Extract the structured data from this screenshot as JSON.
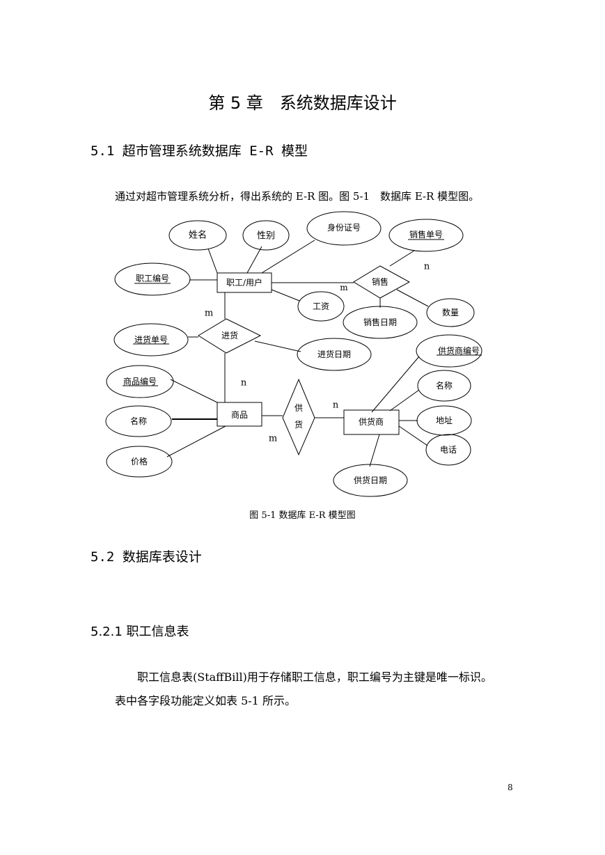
{
  "chapter_title": "第 5 章　系统数据库设计",
  "section_5_1": "5.1 超市管理系统数据库 E-R 模型",
  "intro_text": "通过对超市管理系统分析，得出系统的 E-R 图。图 5-1　数据库 E-R 模型图。",
  "diagram": {
    "entity_staff": "职工/用户",
    "entity_goods": "商品",
    "entity_supplier": "供货商",
    "rel_sale": "销售",
    "rel_purchase": "进货",
    "rel_supply_1": "供",
    "rel_supply_2": "货",
    "attr_name": "姓名",
    "attr_gender": "性别",
    "attr_idcard": "身份证号",
    "attr_staff_no": "职工编号",
    "attr_salary": "工资",
    "attr_sale_no": "销售单号",
    "attr_quantity": "数量",
    "attr_sale_date": "销售日期",
    "attr_purchase_no": "进货单号",
    "attr_purchase_date": "进货日期",
    "attr_goods_no": "商品编号",
    "attr_goods_name": "名称",
    "attr_price": "价格",
    "attr_supplier_no": "供货商编号",
    "attr_supplier_name": "名称",
    "attr_address": "地址",
    "attr_phone": "电话",
    "attr_supply_date": "供货日期",
    "card_sale_n": "n",
    "card_sale_m": "m",
    "card_purchase_m": "m",
    "card_purchase_n": "n",
    "card_supply_n": "n",
    "card_supply_m": "m"
  },
  "figure_caption": "图 5-1  数据库 E-R 模型图",
  "section_5_2": "5.2 数据库表设计",
  "section_5_2_1": "5.2.1  职工信息表",
  "para_line1": "职工信息表(StaffBill)用于存储职工信息，职工编号为主键是唯一标识。",
  "para_line2": "表中各字段功能定义如表 5-1 所示。",
  "page_number": "8"
}
